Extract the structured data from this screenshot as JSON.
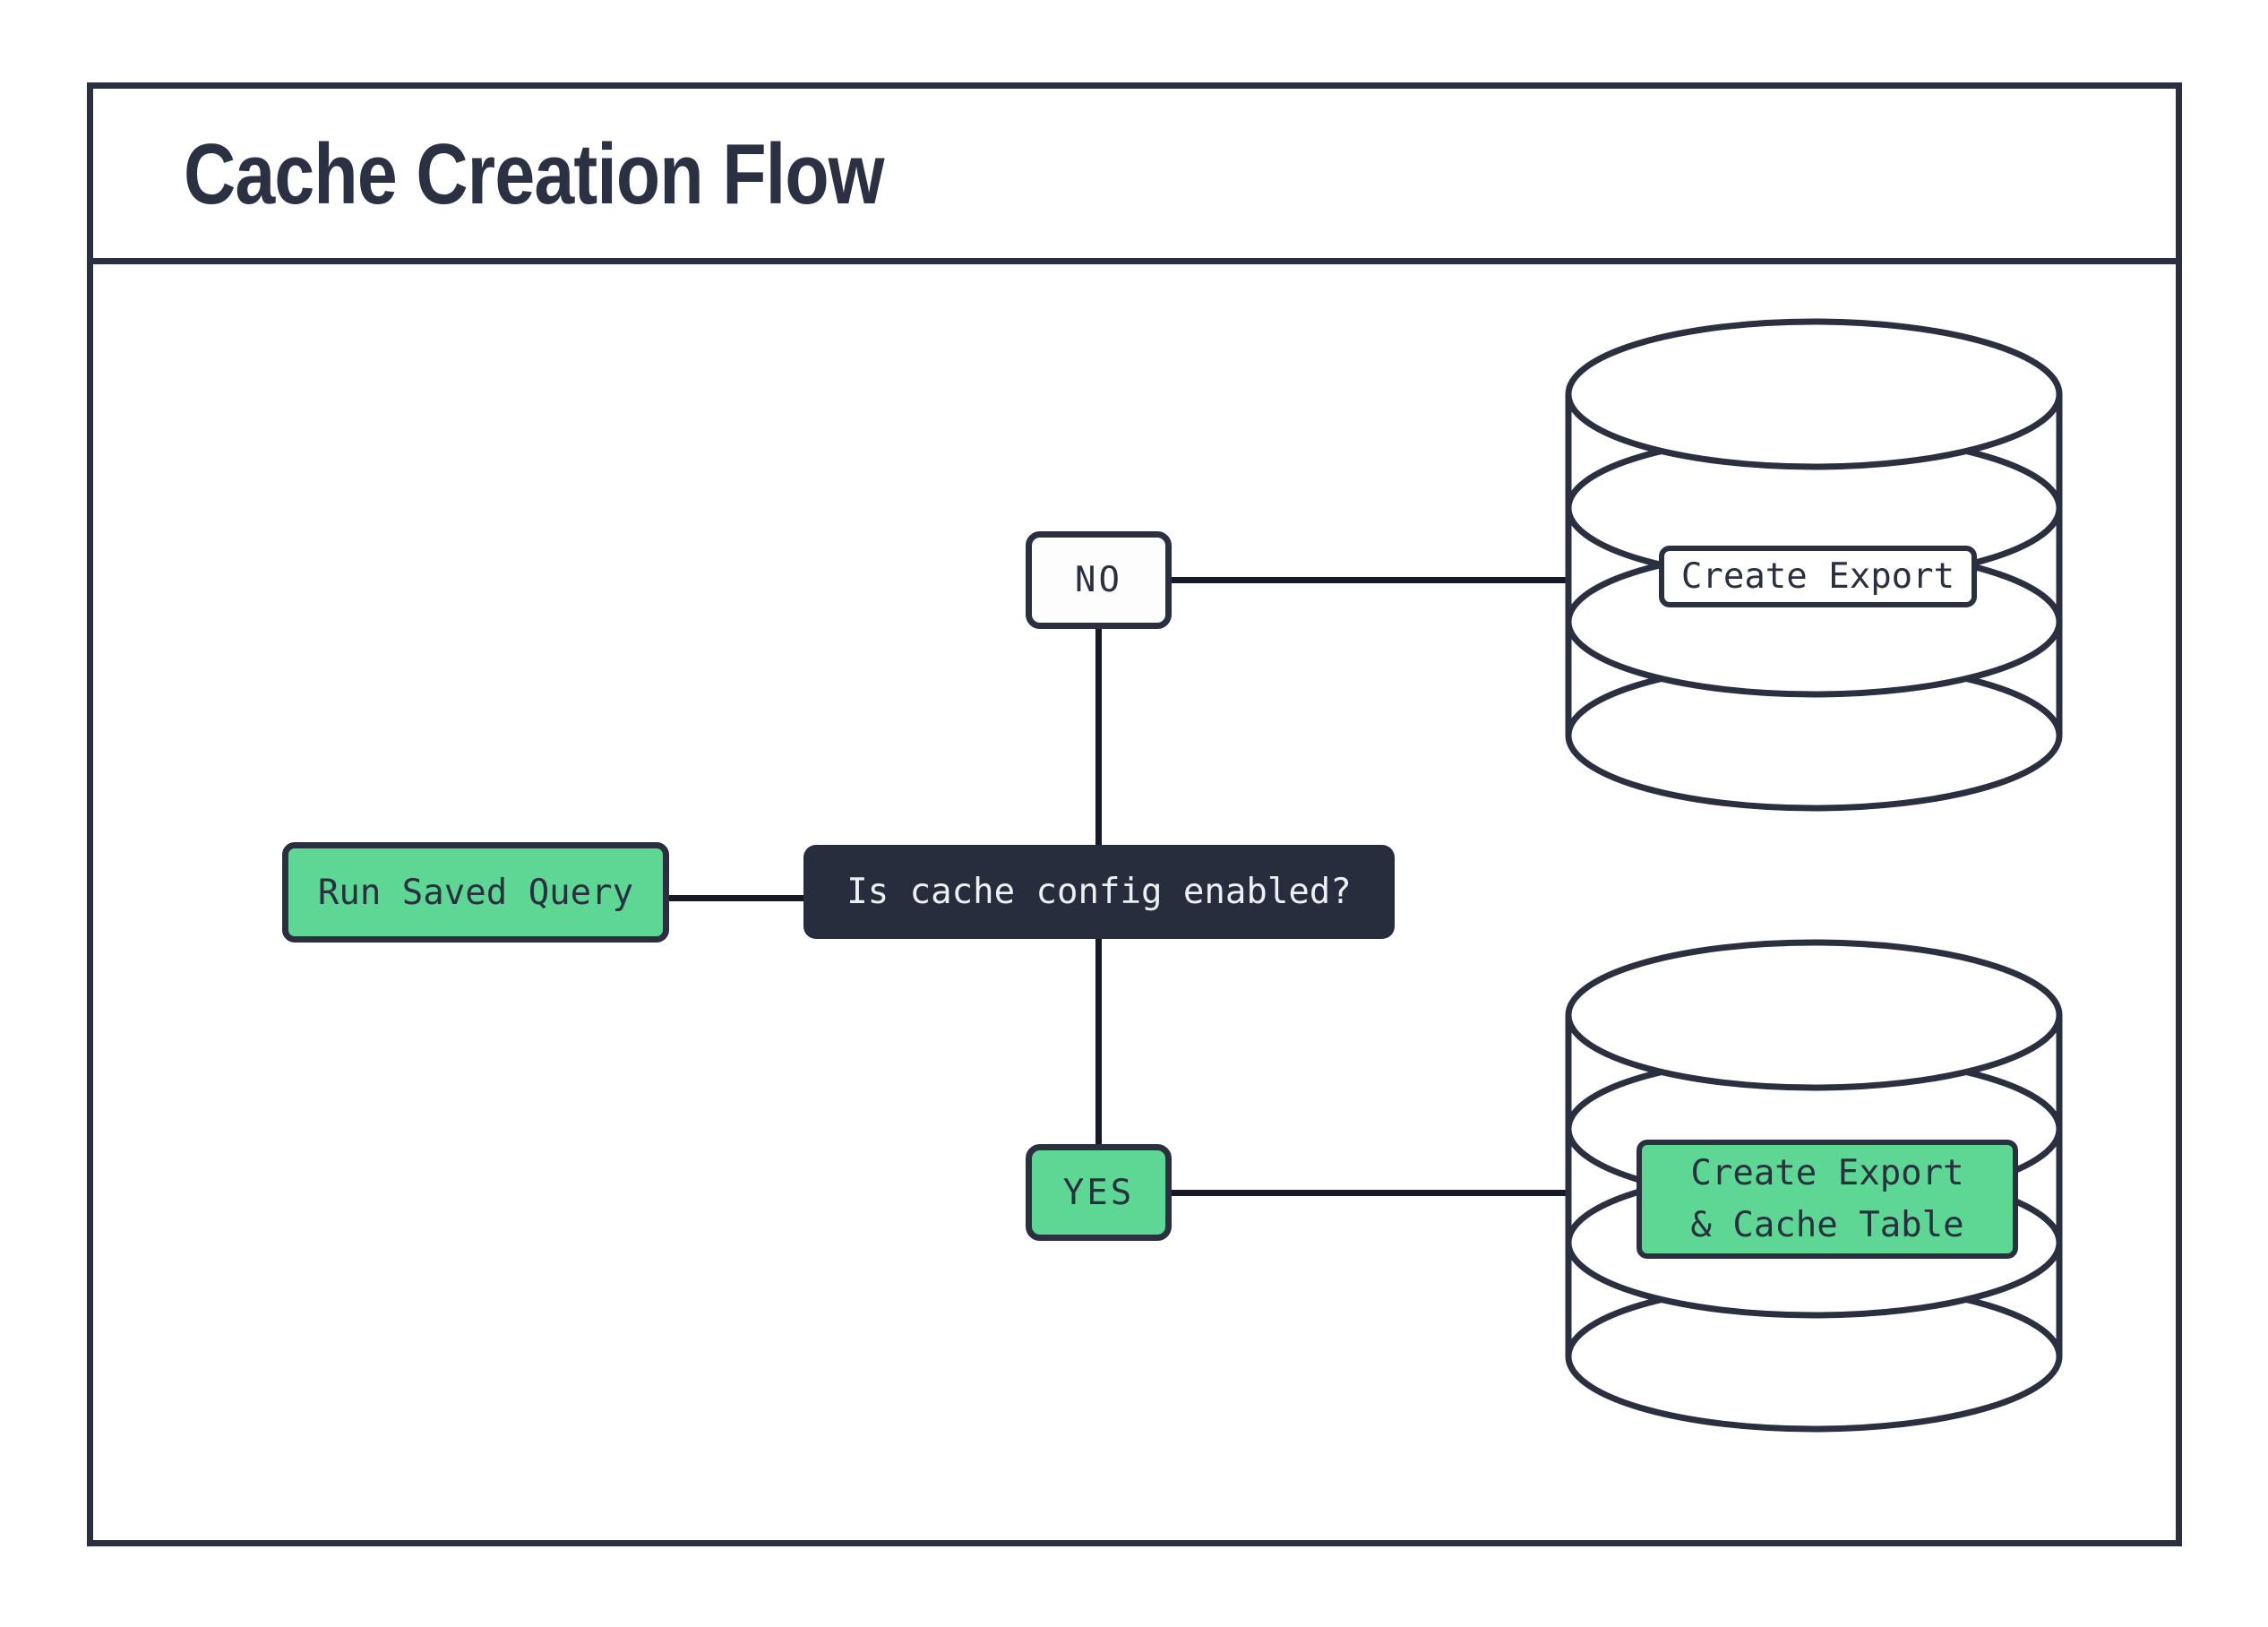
{
  "title": "Cache Creation Flow",
  "colors": {
    "outline_navy": "#2a3040",
    "accent_green": "#5ed795",
    "decision_fill": "#272d3c",
    "connector_line": "#161a24",
    "light_text": "#edeff3"
  },
  "nodes": {
    "start": {
      "label": "Run Saved Query"
    },
    "decision": {
      "label": "Is cache config enabled?"
    },
    "branch_no": {
      "label": "NO"
    },
    "branch_yes": {
      "label": "YES"
    },
    "db_no_action": {
      "label": "Create Export"
    },
    "db_yes_action": {
      "line1": "Create Export",
      "line2": "& Cache Table"
    }
  },
  "edges": [
    {
      "from": "start",
      "to": "decision"
    },
    {
      "from": "decision",
      "to": "branch_no"
    },
    {
      "from": "decision",
      "to": "branch_yes"
    },
    {
      "from": "branch_no",
      "to": "db_no_action"
    },
    {
      "from": "branch_yes",
      "to": "db_yes_action"
    }
  ]
}
